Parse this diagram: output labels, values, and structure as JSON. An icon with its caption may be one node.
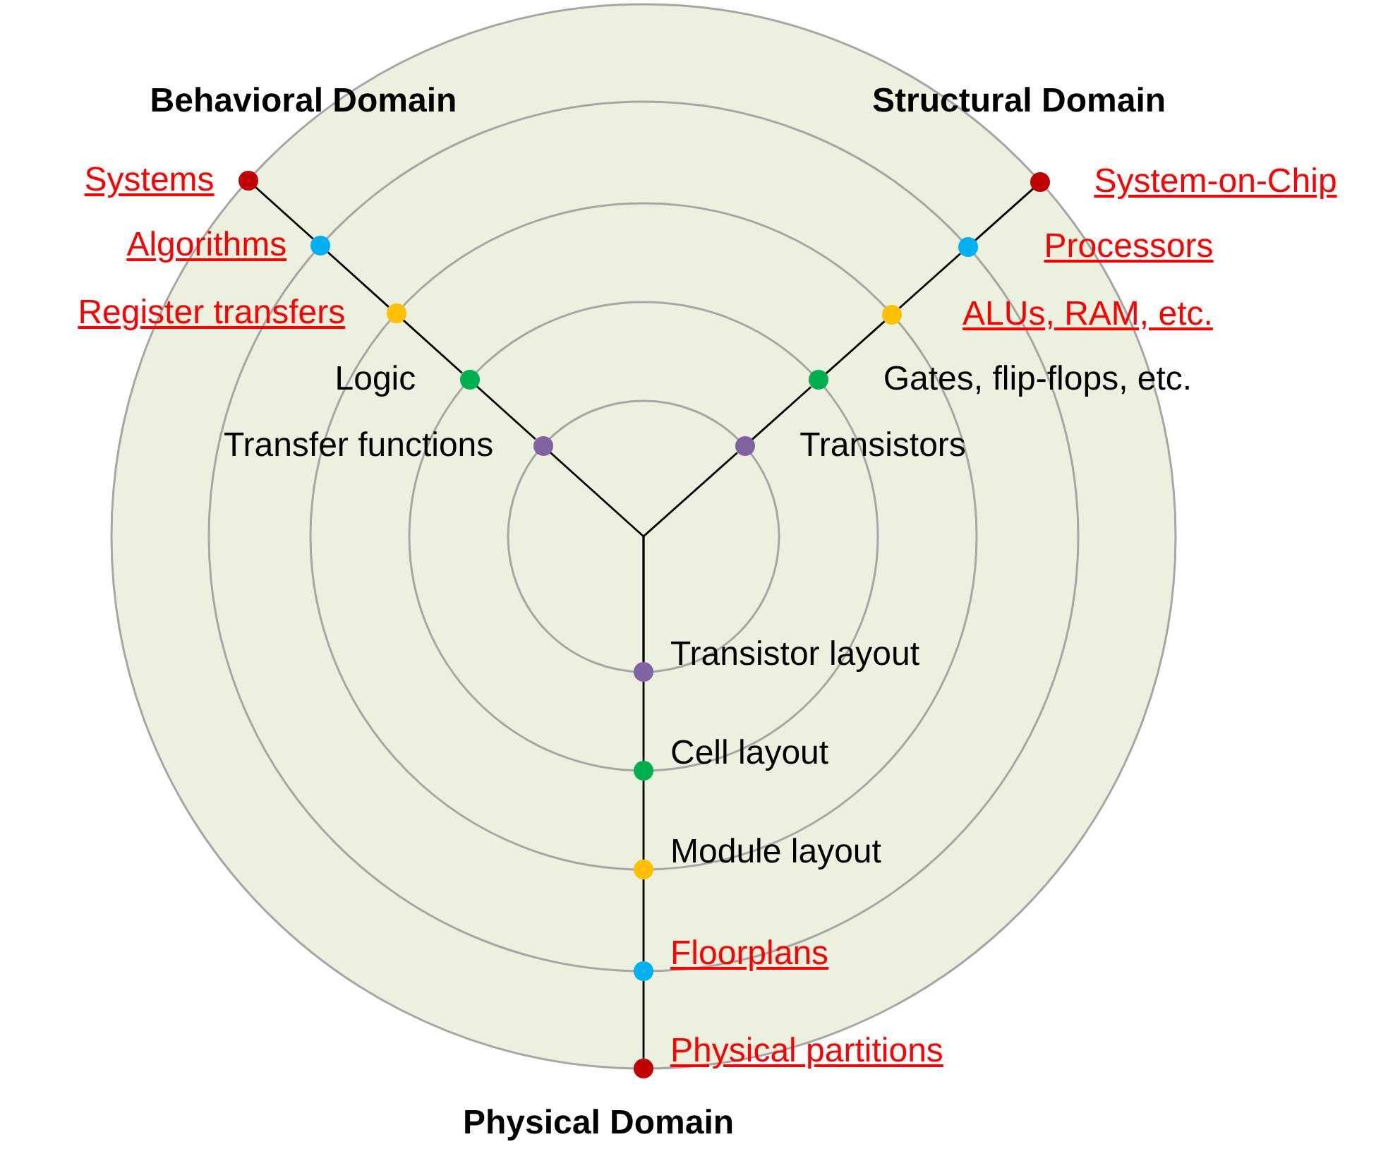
{
  "diagram": {
    "nodes": [
      {
        "text": [],
        "shape": "circle",
        "beside": [
          "Systems"
        ]
      },
      {
        "text": [],
        "shape": "circle",
        "beside": [
          "Algorithms"
        ]
      },
      {
        "text": [],
        "shape": "circle",
        "beside": [
          "Register transfers"
        ]
      },
      {
        "text": [],
        "shape": "circle",
        "beside": [
          "Logic"
        ]
      },
      {
        "text": [],
        "shape": "circle",
        "beside": [
          "Transfer functions"
        ]
      },
      {
        "text": [],
        "shape": "circle",
        "beside": [
          "System-on-Chip"
        ]
      },
      {
        "text": [],
        "shape": "circle",
        "beside": [
          "Processors"
        ]
      },
      {
        "text": [],
        "shape": "circle",
        "beside": [
          "ALUs, RAM, etc."
        ]
      },
      {
        "text": [],
        "shape": "circle",
        "beside": [
          "Gates, flip-flops, etc."
        ]
      },
      {
        "text": [],
        "shape": "circle",
        "beside": [
          "Transistors"
        ]
      },
      {
        "text": [],
        "shape": "circle",
        "beside": [
          "Transistor layout"
        ]
      },
      {
        "text": [],
        "shape": "circle",
        "beside": [
          "Cell layout"
        ]
      },
      {
        "text": [],
        "shape": "circle",
        "beside": [
          "Module layout"
        ]
      },
      {
        "text": [],
        "shape": "circle",
        "beside": [
          "Floorplans"
        ]
      },
      {
        "text": [],
        "shape": "circle",
        "beside": [
          "Physical partitions"
        ]
      }
    ],
    "edges": [
      {
        "from": 0,
        "to": 1,
        "arrow": "none"
      },
      {
        "from": 1,
        "to": 2,
        "arrow": "none"
      },
      {
        "from": 2,
        "to": 3,
        "arrow": "none"
      },
      {
        "from": 3,
        "to": 4,
        "arrow": "none"
      },
      {
        "from": 5,
        "to": 6,
        "arrow": "none"
      },
      {
        "from": 6,
        "to": 7,
        "arrow": "none"
      },
      {
        "from": 7,
        "to": 8,
        "arrow": "none"
      },
      {
        "from": 8,
        "to": 9,
        "arrow": "none"
      },
      {
        "from": 10,
        "to": 11,
        "arrow": "none"
      },
      {
        "from": 11,
        "to": 12,
        "arrow": "none"
      },
      {
        "from": 12,
        "to": 13,
        "arrow": "none"
      },
      {
        "from": 13,
        "to": 14,
        "arrow": "none"
      },
      {
        "from": 4,
        "to": 10,
        "arrow": "none"
      },
      {
        "from": 9,
        "to": 10,
        "arrow": "none"
      }
    ],
    "labels": [
      "Behavioral Domain",
      "Structural Domain",
      "Physical Domain"
    ]
  }
}
